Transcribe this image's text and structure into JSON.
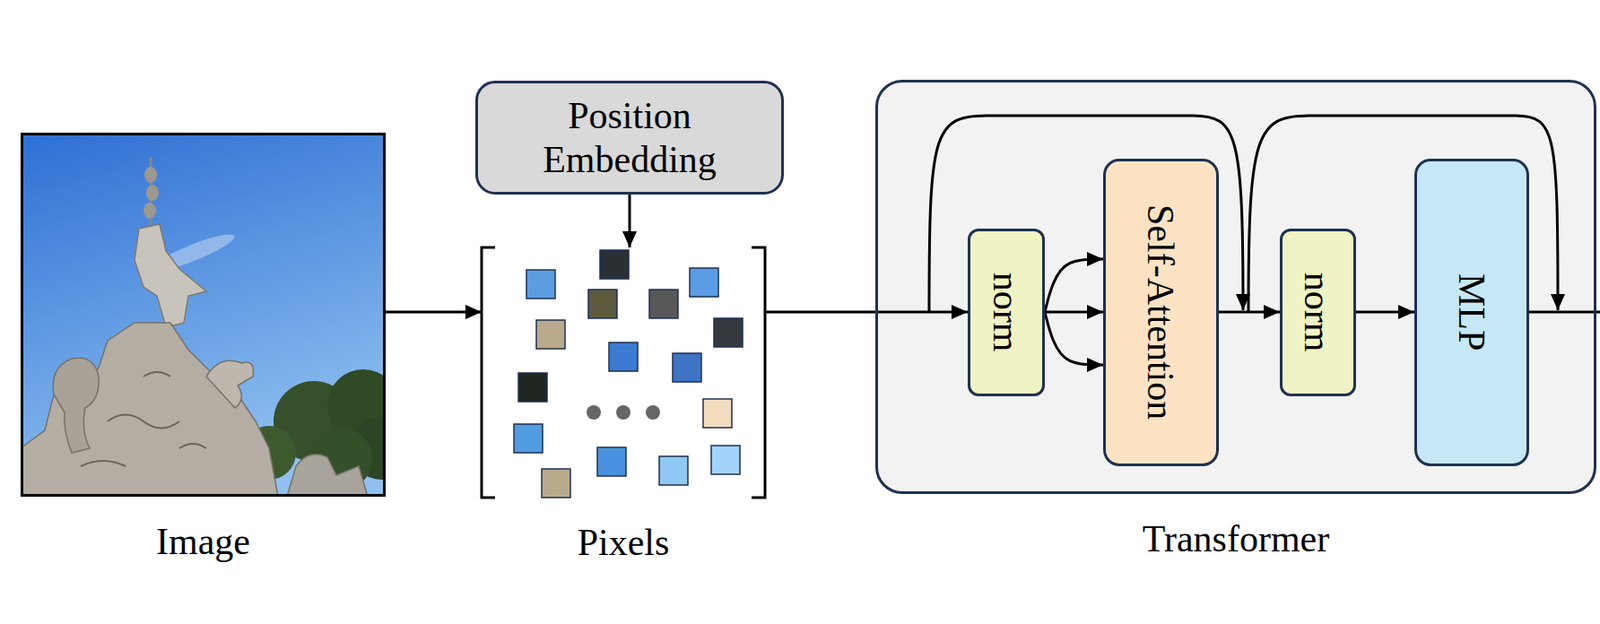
{
  "diagram": {
    "nodes": [
      {
        "text": [
          "Image"
        ]
      },
      {
        "text": [
          "Position Embedding"
        ]
      },
      {
        "text": [
          "Pixels"
        ]
      },
      {
        "text": [
          "Transformer"
        ]
      },
      {
        "text": [
          "norm"
        ],
        "in": 3
      },
      {
        "text": [
          "Self-Attention"
        ],
        "in": 3
      },
      {
        "text": [
          "norm"
        ],
        "in": 3
      },
      {
        "text": [
          "MLP"
        ],
        "in": 3
      }
    ],
    "edges": [
      {
        "from": 0,
        "to": 2,
        "arrow": "to"
      },
      {
        "from": 1,
        "to": 2,
        "arrow": "to"
      },
      {
        "from": 2,
        "to": 4,
        "arrow": "to"
      },
      {
        "from": 4,
        "to": 5,
        "arrow": "to"
      },
      {
        "from": 4,
        "to": 5,
        "arrow": "to"
      },
      {
        "from": 4,
        "to": 5,
        "arrow": "to"
      },
      {
        "from": 5,
        "to": 6,
        "arrow": "to"
      },
      {
        "from": 6,
        "to": 7,
        "arrow": "to"
      }
    ]
  }
}
